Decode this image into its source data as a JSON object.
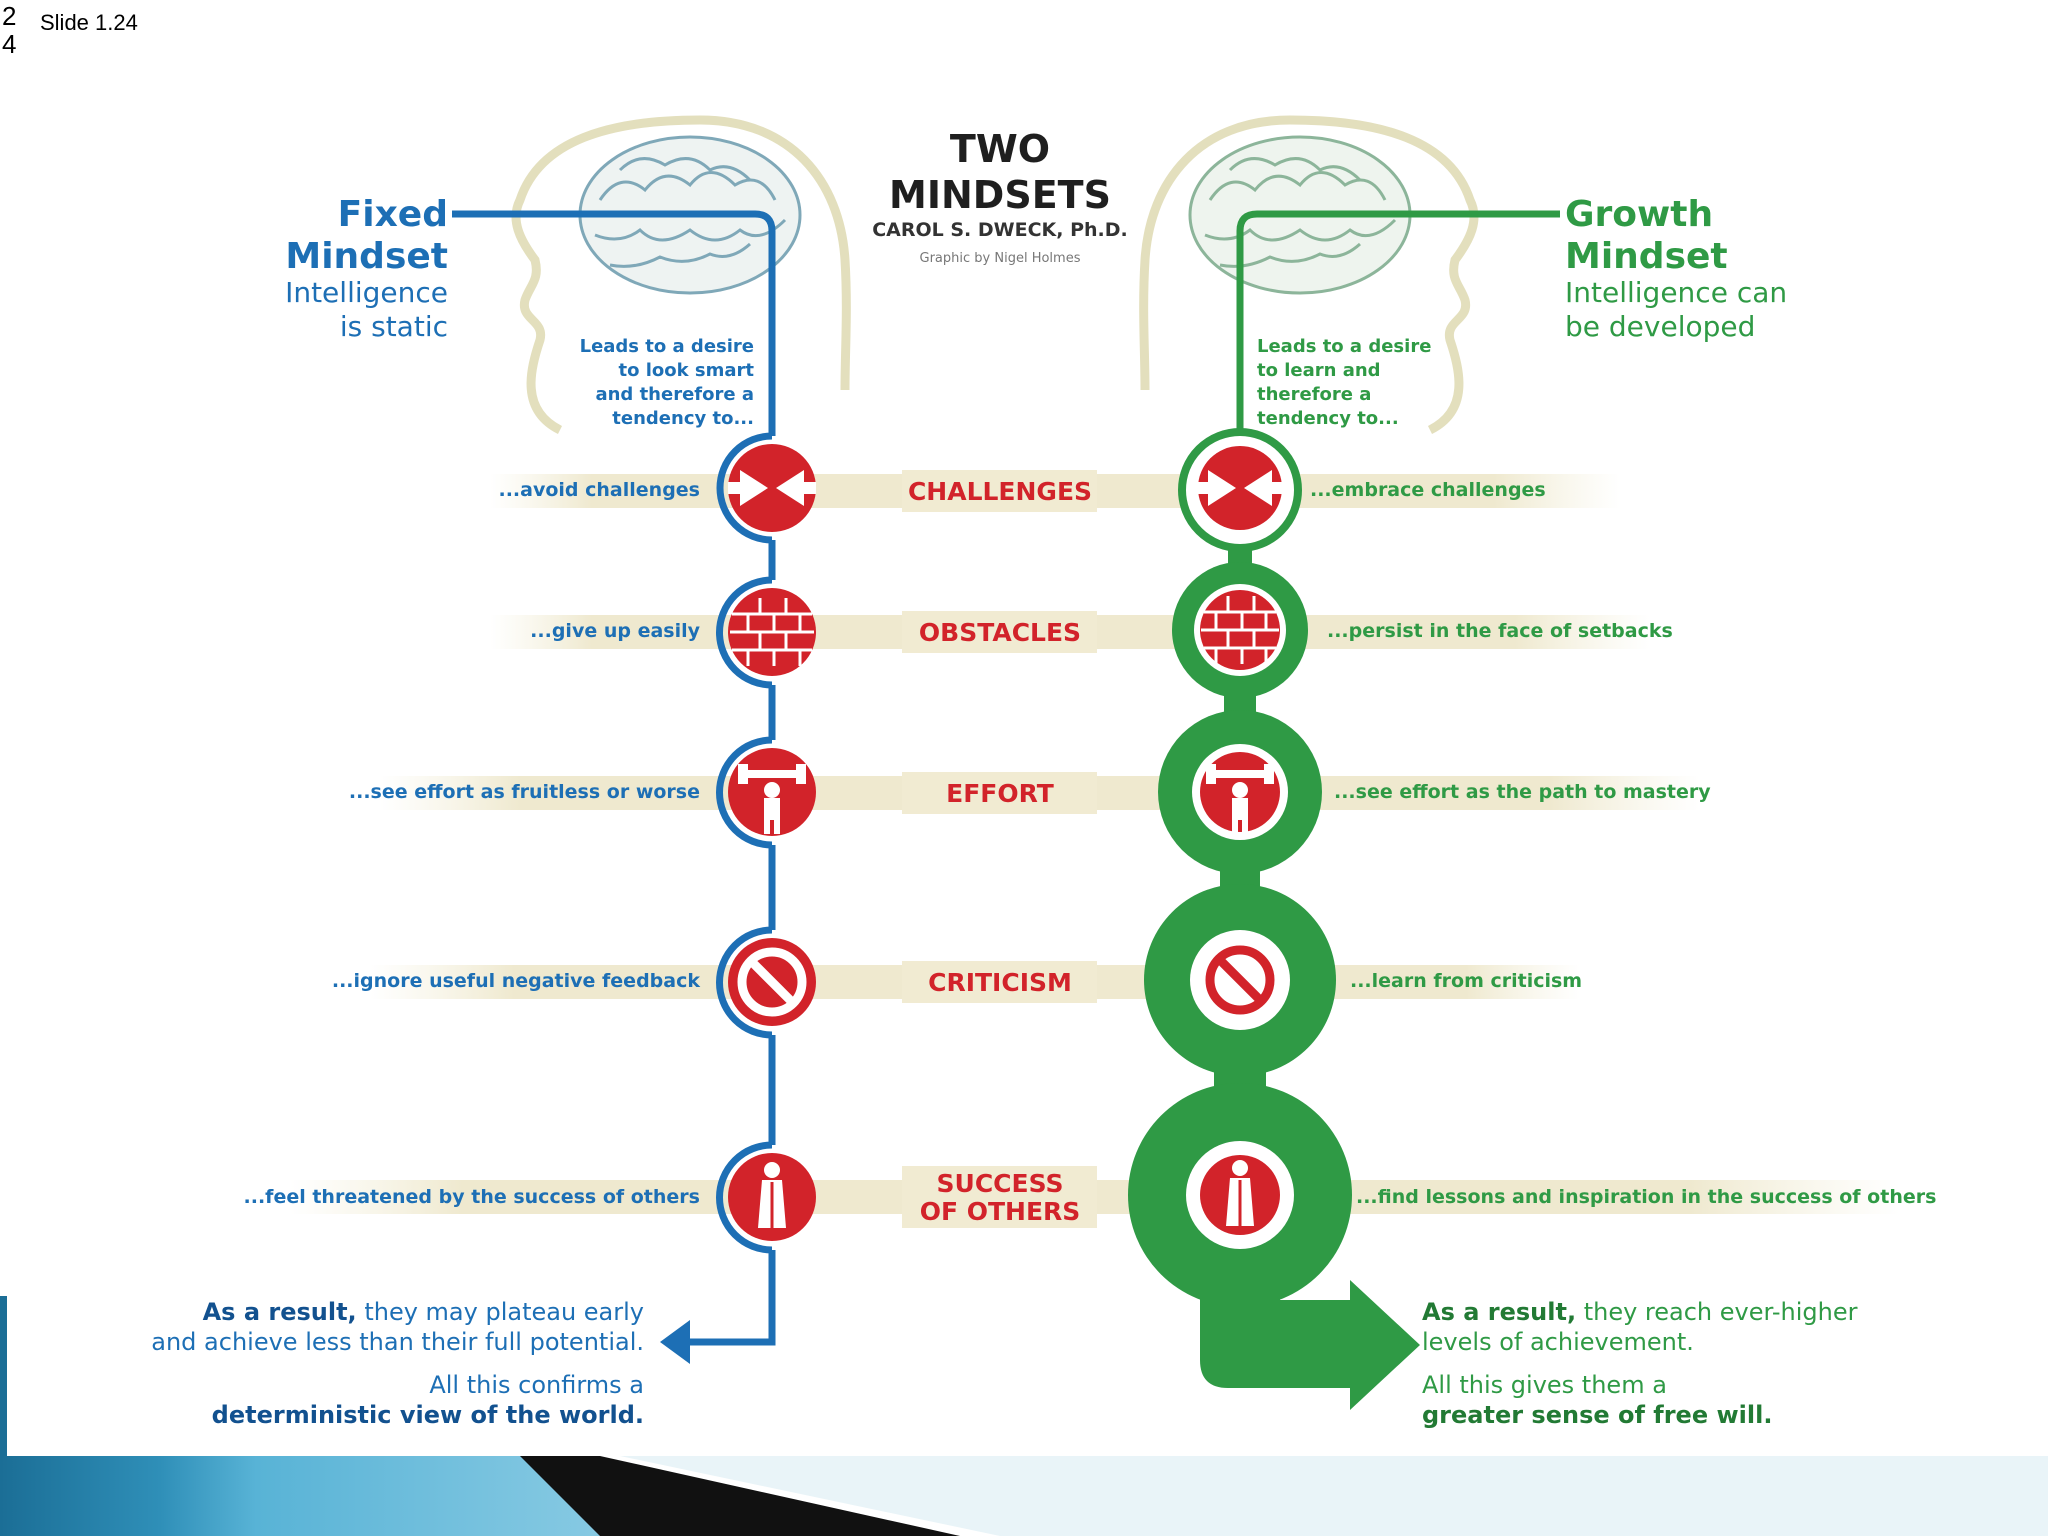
{
  "slide": {
    "page_number": "24",
    "label": "Slide 1.24"
  },
  "header": {
    "title_line1": "TWO",
    "title_line2": "MINDSETS",
    "author": "CAROL S. DWECK, Ph.D.",
    "credit": "Graphic by Nigel Holmes"
  },
  "fixed": {
    "title_line1": "Fixed",
    "title_line2": "Mindset",
    "subtitle_line1": "Intelligence",
    "subtitle_line2": "is static",
    "desire": [
      "Leads to a desire",
      "to look smart",
      "and therefore a",
      "tendency to..."
    ],
    "responses": [
      "...avoid challenges",
      "...give up easily",
      "...see effort as fruitless or worse",
      "...ignore useful negative feedback",
      "...feel threatened by the success of others"
    ],
    "result_bold": "As a result,",
    "result_rest_line1": " they may plateau early",
    "result_line2": "and achieve less than their full potential.",
    "confirm_line1": "All this confirms a",
    "confirm_line2": "deterministic view of the world.",
    "color": "#1d6fb5"
  },
  "growth": {
    "title_line1": "Growth",
    "title_line2": "Mindset",
    "subtitle_line1": "Intelligence can",
    "subtitle_line2": "be developed",
    "desire": [
      "Leads to a desire",
      "to learn and",
      "therefore a",
      "tendency to..."
    ],
    "responses": [
      "...embrace challenges",
      "...persist in the face of setbacks",
      "...see effort as the path to mastery",
      "...learn from criticism",
      "...find lessons and inspiration in the success of others"
    ],
    "result_bold": "As a result,",
    "result_rest_line1": " they reach ever-higher",
    "result_line2": "levels of achievement.",
    "confirm_line1": "All this gives them a",
    "confirm_line2": "greater sense of free will.",
    "color": "#2f9a45"
  },
  "categories": [
    {
      "label": "CHALLENGES",
      "icon": "arrows-icon"
    },
    {
      "label": "OBSTACLES",
      "icon": "brick-wall-icon"
    },
    {
      "label": "EFFORT",
      "icon": "weightlifter-icon"
    },
    {
      "label": "CRITICISM",
      "icon": "prohibited-icon"
    },
    {
      "label_line1": "SUCCESS",
      "label_line2": "OF OTHERS",
      "icon": "person-icon"
    }
  ],
  "colors": {
    "accent_red": "#d2232a",
    "band": "#efe9cf",
    "head_outline": "#e3dfbd",
    "brain": "#7fa8b8",
    "brain_green": "#8cb59a"
  }
}
